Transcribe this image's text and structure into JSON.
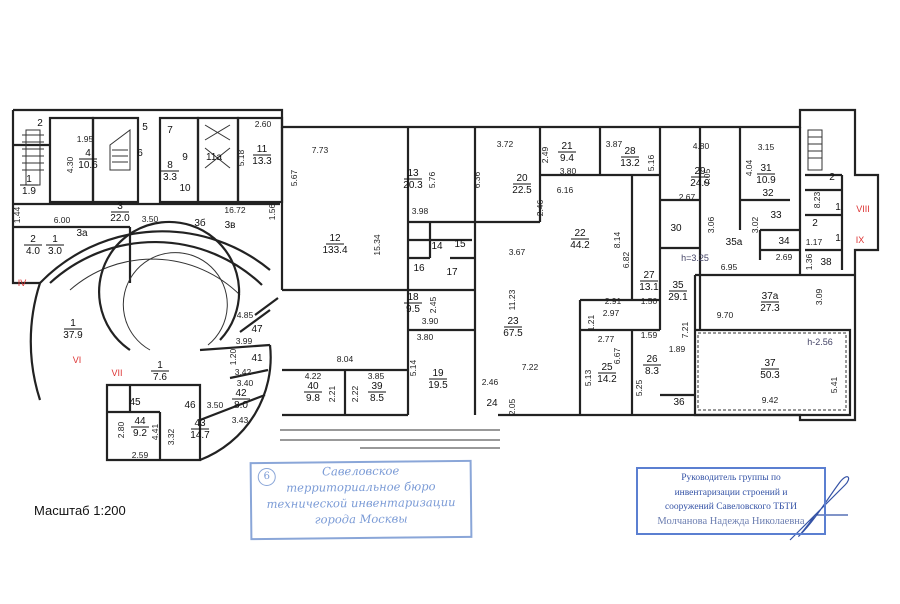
{
  "scale_label": "Масштаб 1:200",
  "stamps": {
    "left": {
      "number": "6",
      "lines": [
        "Савеловское",
        "территориальное бюро",
        "технической инвентаризации",
        "города Москвы"
      ]
    },
    "right": {
      "lines": [
        "Руководитель группы по",
        "инвентаризации строений и",
        "сооружений Савеловского ТБТИ",
        "Молчанова Надежда Николаевна"
      ]
    }
  },
  "colors": {
    "stamp": "#5b7fd1",
    "roman": "#dd3333",
    "walls": "#222222"
  },
  "rooms": [
    {
      "num": "2"
    },
    {
      "num": "4",
      "area": "10.6"
    },
    {
      "num": "5"
    },
    {
      "num": "6"
    },
    {
      "num": "7"
    },
    {
      "num": "8",
      "area": "3.3"
    },
    {
      "num": "9"
    },
    {
      "num": "10"
    },
    {
      "num": "11a"
    },
    {
      "num": "11",
      "area": "13.3"
    },
    {
      "num": "3",
      "area": "22.0"
    },
    {
      "num": "1",
      "area": "1.9"
    },
    {
      "num": "2",
      "area": "4.0"
    },
    {
      "num": "1",
      "area": "3.0"
    },
    {
      "num": "3a"
    },
    {
      "num": "3б"
    },
    {
      "num": "3в"
    },
    {
      "num": "12",
      "area": "133.4"
    },
    {
      "num": "13",
      "area": "20.3"
    },
    {
      "num": "14"
    },
    {
      "num": "15"
    },
    {
      "num": "16"
    },
    {
      "num": "17"
    },
    {
      "num": "18",
      "area": "9.5"
    },
    {
      "num": "19",
      "area": "19.5"
    },
    {
      "num": "20",
      "area": "22.5"
    },
    {
      "num": "21",
      "area": "9.4"
    },
    {
      "num": "28",
      "area": "13.2"
    },
    {
      "num": "22",
      "area": "44.2"
    },
    {
      "num": "23",
      "area": "67.5"
    },
    {
      "num": "24"
    },
    {
      "num": "25",
      "area": "14.2"
    },
    {
      "num": "26",
      "area": "8.3"
    },
    {
      "num": "27",
      "area": "13.1"
    },
    {
      "num": "29",
      "area": "24.9"
    },
    {
      "num": "30"
    },
    {
      "num": "31",
      "area": "10.9"
    },
    {
      "num": "32"
    },
    {
      "num": "33"
    },
    {
      "num": "34"
    },
    {
      "num": "35a"
    },
    {
      "num": "35",
      "area": "29.1"
    },
    {
      "num": "36"
    },
    {
      "num": "37a",
      "area": "27.3"
    },
    {
      "num": "37",
      "area": "50.3"
    },
    {
      "num": "38"
    },
    {
      "num": "2"
    },
    {
      "num": "1"
    },
    {
      "num": "2"
    },
    {
      "num": "1"
    },
    {
      "num": "1",
      "area": "37.9"
    },
    {
      "num": "47"
    },
    {
      "num": "1",
      "area": "7.6"
    },
    {
      "num": "41"
    },
    {
      "num": "42",
      "area": "8.0"
    },
    {
      "num": "46"
    },
    {
      "num": "43",
      "area": "14.7"
    },
    {
      "num": "44",
      "area": "9.2"
    },
    {
      "num": "45"
    },
    {
      "num": "40",
      "area": "9.8"
    },
    {
      "num": "39",
      "area": "8.5"
    }
  ],
  "dimensions": [
    "1.95",
    "4.30",
    "2.60",
    "5.18",
    "5.67",
    "1.44",
    "6.00",
    "3.50",
    "16.72",
    "1.56",
    "7.73",
    "15.34",
    "5.76",
    "3.98",
    "3.72",
    "6.36",
    "2.46",
    "2.49",
    "3.80",
    "6.16",
    "3.87",
    "5.16",
    "8.14",
    "3.67",
    "11.23",
    "2.45",
    "3.90",
    "3.80",
    "5.14",
    "7.22",
    "2.46",
    "2.05",
    "6.67",
    "5.13",
    "2.91",
    "2.97",
    "1.21",
    "2.77",
    "1.59",
    "5.25",
    "6.82",
    "1.50",
    "4.80",
    "7.05",
    "2.67",
    "3.06",
    "3.15",
    "4.04",
    "3.02",
    "8.23",
    "1.17",
    "2.69",
    "1.36",
    "6.95",
    "9.70",
    "3.09",
    "7.21",
    "1.89",
    "5.41",
    "9.42",
    "4.85",
    "3.99",
    "1.20",
    "3.42",
    "3.40",
    "3.50",
    "3.43",
    "2.80",
    "4.41",
    "3.32",
    "2.59",
    "8.04",
    "4.22",
    "2.21",
    "2.22",
    "3.85"
  ],
  "heights": [
    "h=3.25",
    "h-2.56"
  ],
  "axes": [
    "IV",
    "VI",
    "VII",
    "VIII",
    "IX"
  ]
}
